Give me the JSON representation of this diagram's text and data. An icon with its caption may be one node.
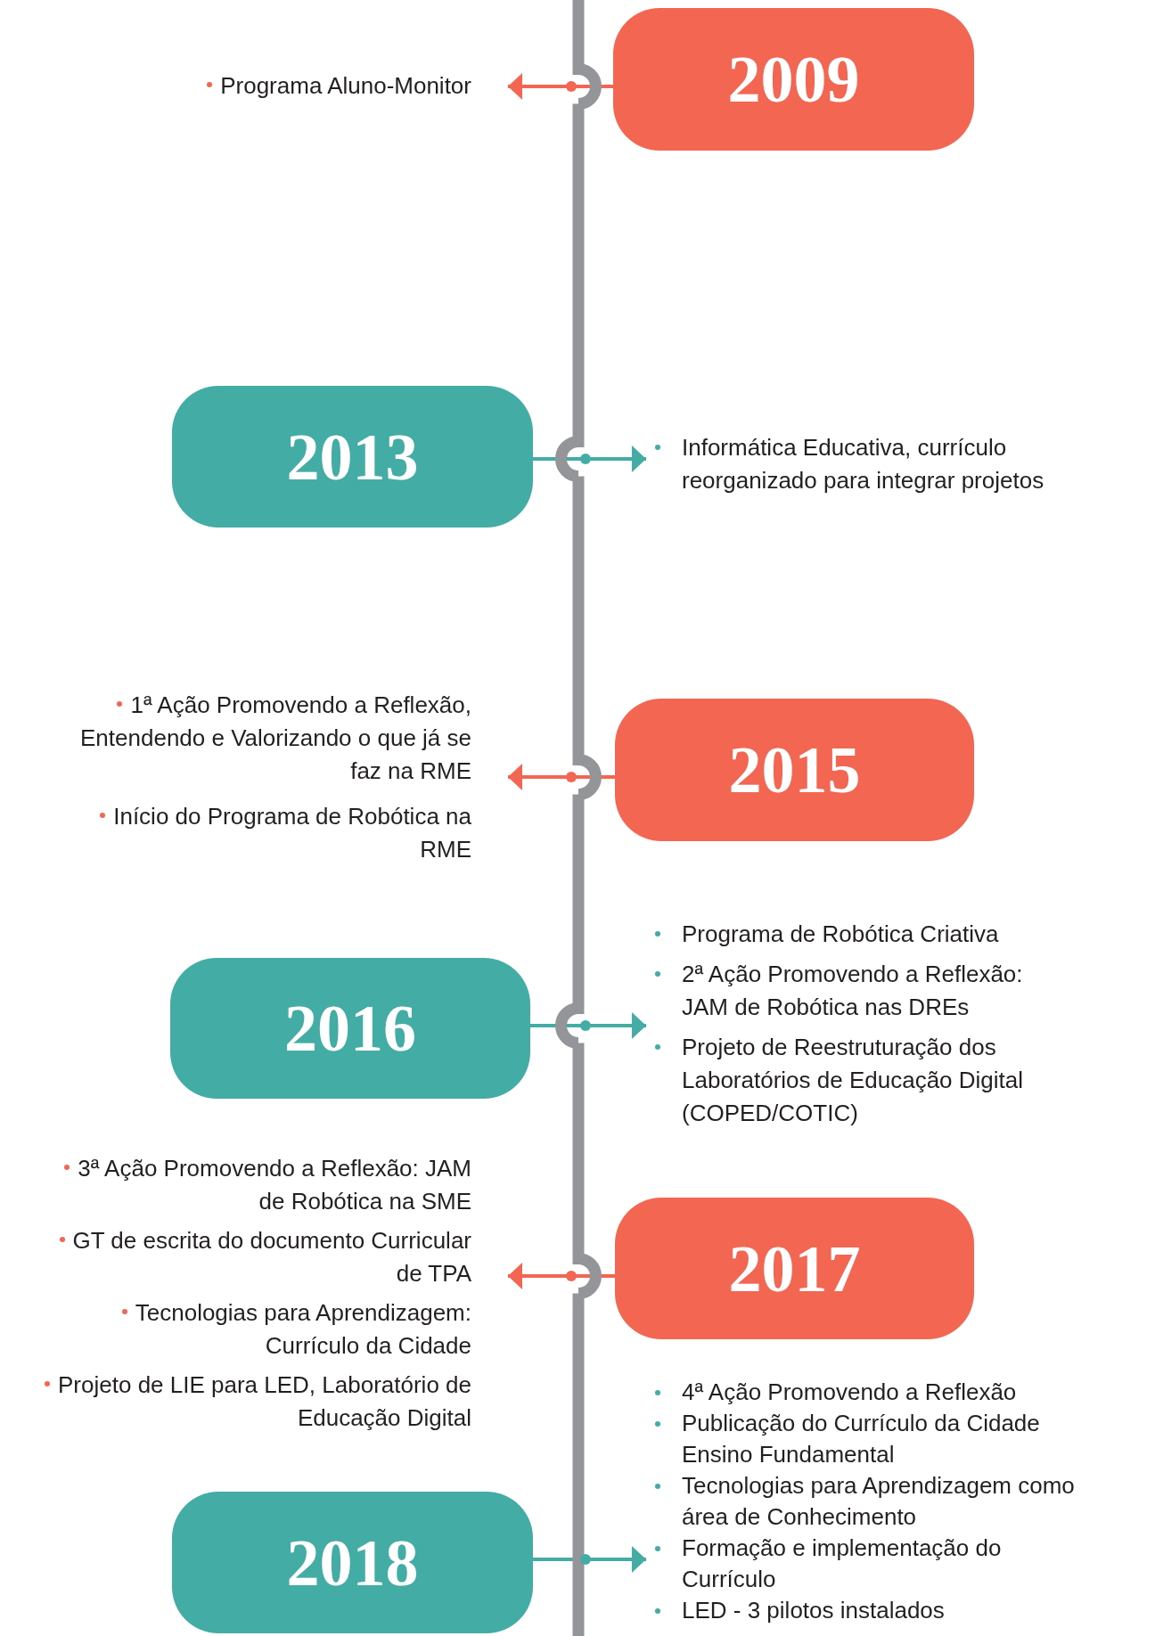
{
  "diagram": {
    "nodes": [
      {
        "text": [
          "2009"
        ]
      },
      {
        "text": [
          "Programa Aluno-Monitor"
        ]
      },
      {
        "text": [
          "2013"
        ]
      },
      {
        "text": [
          "Informática Educativa, currículo reorganizado para integrar projetos"
        ]
      },
      {
        "text": [
          "2015"
        ]
      },
      {
        "text": [
          "1ª Ação Promovendo a Reflexão, Entendendo e Valorizando o que já se faz na RME",
          "Início do Programa de Robótica na RME"
        ]
      },
      {
        "text": [
          "2016"
        ]
      },
      {
        "text": [
          "Programa de Robótica Criativa",
          "2ª Ação Promovendo a Reflexão: JAM de Robótica nas DREs",
          "Projeto de Reestruturação dos Laboratórios de Educação Digital (COPED/COTIC)"
        ]
      },
      {
        "text": [
          "2017"
        ]
      },
      {
        "text": [
          "3ª Ação Promovendo a Reflexão: JAM de Robótica na SME",
          "GT de escrita do documento Curricular de TPA",
          "Tecnologias para Aprendizagem: Currículo da Cidade",
          "Projeto de LIE para LED, Laboratório de Educação Digital"
        ]
      },
      {
        "text": [
          "2018"
        ]
      },
      {
        "text": [
          "4ª Ação Promovendo a Reflexão",
          "Publicação do Currículo da Cidade Ensino Fundamental",
          "Tecnologias para Aprendizagem como área de Conhecimento",
          "Formação e implementação do Currículo",
          "LED - 3 pilotos instalados"
        ]
      }
    ],
    "edges": [
      {
        "from": 0,
        "to": 1,
        "arrow": "to",
        "color": "#f26652"
      },
      {
        "from": 2,
        "to": 3,
        "arrow": "to",
        "color": "#43aca4"
      },
      {
        "from": 4,
        "to": 5,
        "arrow": "to",
        "color": "#f26652"
      },
      {
        "from": 6,
        "to": 7,
        "arrow": "to",
        "color": "#43aca4"
      },
      {
        "from": 8,
        "to": 9,
        "arrow": "to",
        "color": "#f26652"
      },
      {
        "from": 10,
        "to": 11,
        "arrow": "to",
        "color": "#43aca4"
      }
    ]
  }
}
